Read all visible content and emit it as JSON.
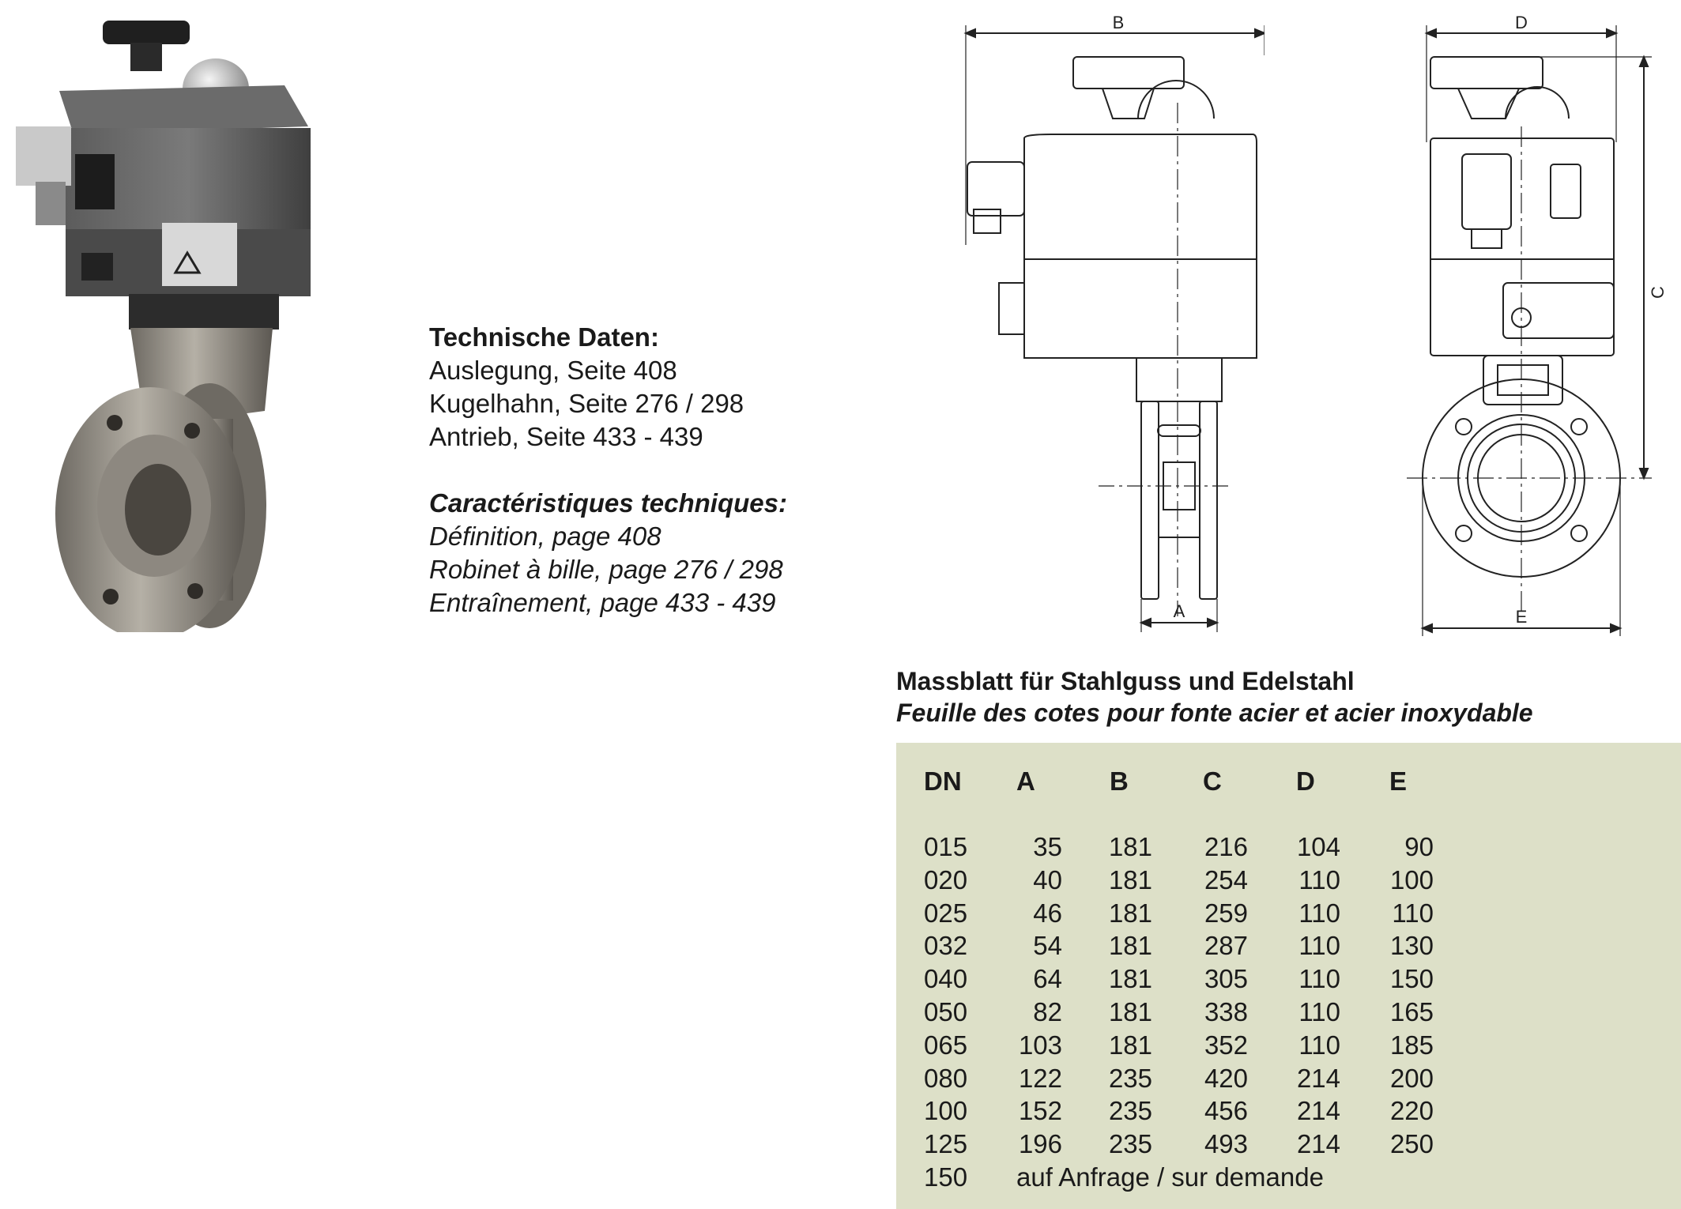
{
  "technical": {
    "de_heading": "Technische Daten:",
    "de_lines": [
      "Auslegung, Seite 408",
      "Kugelhahn, Seite 276 / 298",
      "Antrieb, Seite 433 - 439"
    ],
    "fr_heading": "Caractéristiques techniques:",
    "fr_lines": [
      "Définition, page 408",
      "Robinet à bille, page 276 / 298",
      "Entraînement, page 433 - 439"
    ]
  },
  "drawing": {
    "side_labels": {
      "top": "B",
      "bottom": "A"
    },
    "front_labels": {
      "top": "D",
      "bottom": "E",
      "right": "C"
    }
  },
  "sheet": {
    "title_de": "Massblatt für Stahlguss und Edelstahl",
    "title_fr": "Feuille des cotes pour fonte acier et acier inoxydable"
  },
  "table": {
    "headers": [
      "DN",
      "A",
      "B",
      "C",
      "D",
      "E"
    ],
    "rows": [
      [
        "015",
        "35",
        "181",
        "216",
        "104",
        "90"
      ],
      [
        "020",
        "40",
        "181",
        "254",
        "110",
        "100"
      ],
      [
        "025",
        "46",
        "181",
        "259",
        "110",
        "110"
      ],
      [
        "032",
        "54",
        "181",
        "287",
        "110",
        "130"
      ],
      [
        "040",
        "64",
        "181",
        "305",
        "110",
        "150"
      ],
      [
        "050",
        "82",
        "181",
        "338",
        "110",
        "165"
      ],
      [
        "065",
        "103",
        "181",
        "352",
        "110",
        "185"
      ],
      [
        "080",
        "122",
        "235",
        "420",
        "214",
        "200"
      ],
      [
        "100",
        "152",
        "235",
        "456",
        "214",
        "220"
      ],
      [
        "125",
        "196",
        "235",
        "493",
        "214",
        "250"
      ]
    ],
    "last_row": {
      "dn": "150",
      "note": "auf Anfrage / sur demande"
    }
  }
}
